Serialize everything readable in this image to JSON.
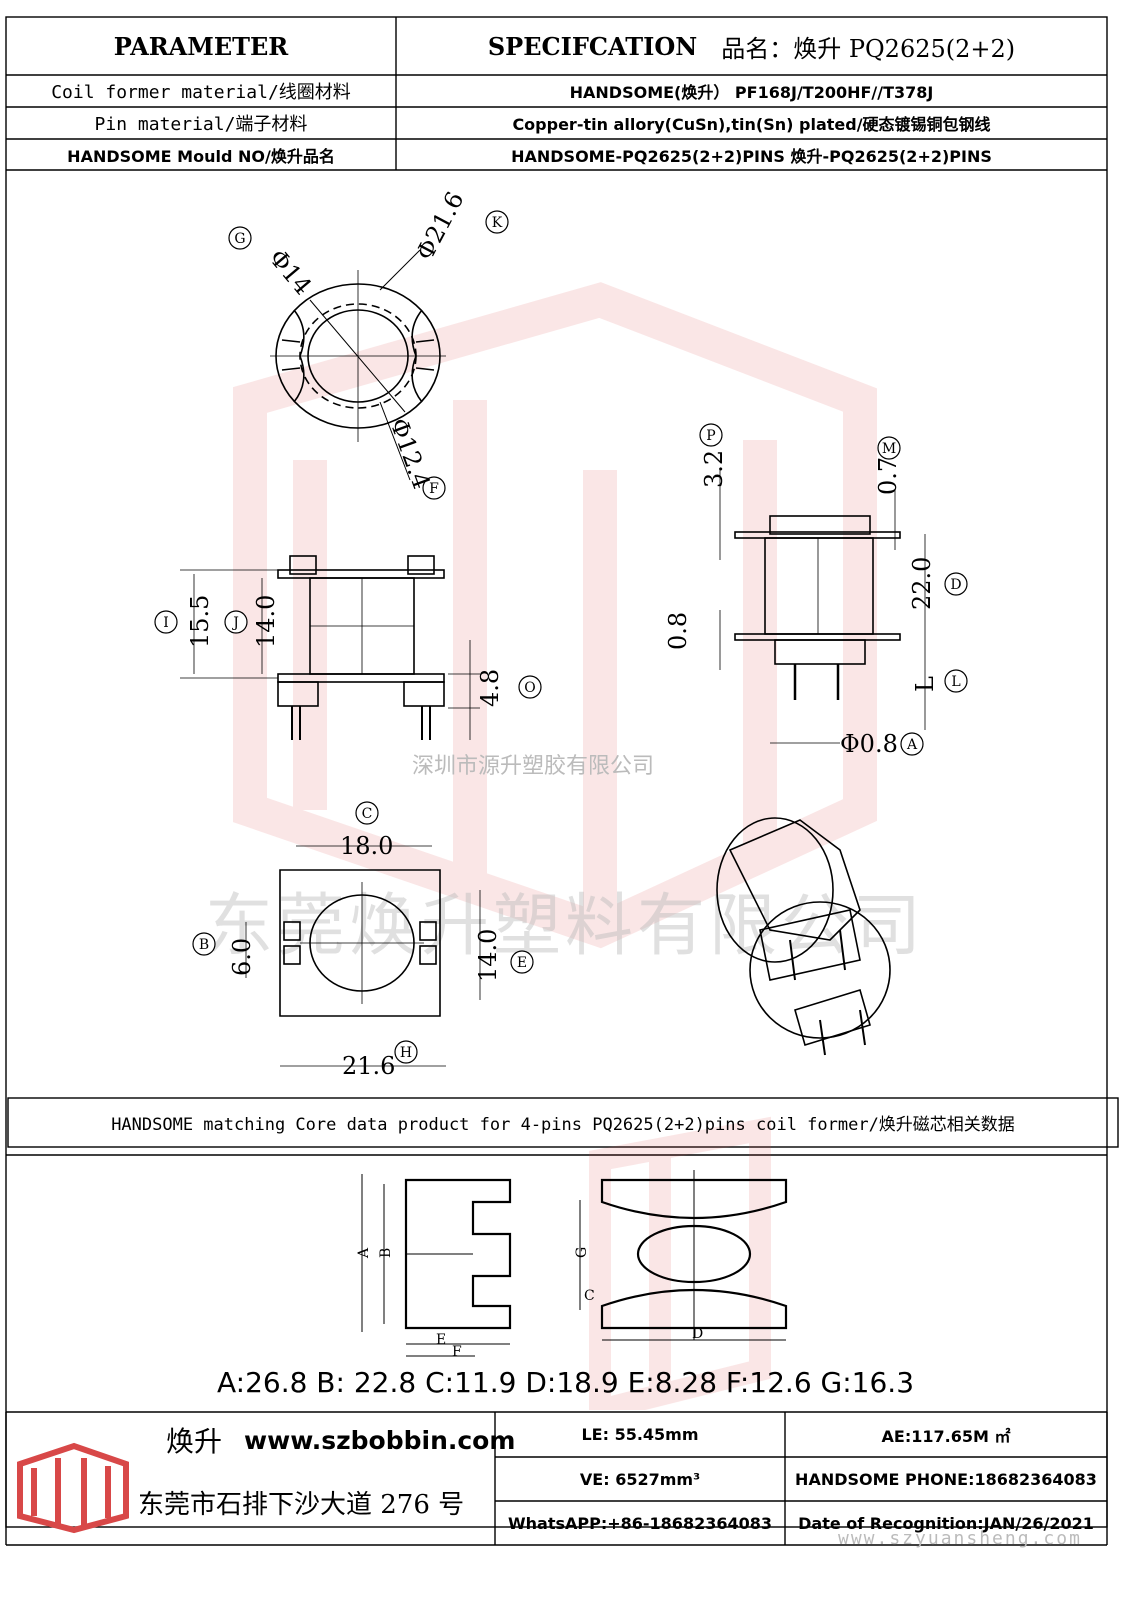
{
  "spec_table": {
    "header": {
      "left": "PARAMETER",
      "right_title": "SPECIFCATION",
      "right_product": "品名：焕升 PQ2625(2+2)"
    },
    "rows": [
      {
        "label": "Coil former material/线圈材料",
        "value": "HANDSOME(焕升）  PF168J/T200HF//T378J"
      },
      {
        "label": "Pin material/端子材料",
        "value": "Copper-tin allory(CuSn),tin(Sn) plated/硬态镀锡铜包钢线"
      },
      {
        "label": "HANDSOME Mould NO/焕升品名",
        "value": "HANDSOME-PQ2625(2+2)PINS   焕升-PQ2625(2+2)PINS"
      }
    ]
  },
  "drawing": {
    "watermark_company": "东莞焕升塑料有限公司",
    "watermark_company_small": "深圳市源升塑胶有限公司",
    "callouts": [
      "A",
      "B",
      "C",
      "D",
      "E",
      "F",
      "G",
      "H",
      "I",
      "J",
      "K",
      "L",
      "M",
      "O",
      "P"
    ],
    "dims": {
      "d21_6": "Φ21.6",
      "d14": "Φ14",
      "d12_4": "Φ12.4",
      "h15_5": "15.5",
      "h14_0": "14.0",
      "h4_8": "4.8",
      "h3_2": "3.2",
      "h0_7": "0.7",
      "h22_0": "22.0",
      "h0_8": "0.8",
      "hL": "L",
      "pin_d0_8": "Φ0.8",
      "w18_0": "18.0",
      "w6_0": "6.0",
      "w14_0": "14.0",
      "w21_6": "21.6"
    }
  },
  "core_section": {
    "title": "HANDSOME matching Core data  product for 4-pins PQ2625(2+2)pins coil former/焕升磁芯相关数据",
    "letters": [
      "A",
      "B",
      "C",
      "D",
      "E",
      "F",
      "G"
    ],
    "values_line": "A:26.8 B: 22.8 C:11.9 D:18.9 E:8.28 F:12.6 G:16.3"
  },
  "footer": {
    "brand": "焕升",
    "website": "www.szbobbin.com",
    "address": "东莞市石排下沙大道 276 号",
    "le": "LE: 55.45mm",
    "ae": "AE:117.65M ㎡",
    "ve": "VE: 6527mm³",
    "phone": "HANDSOME PHONE:18682364083",
    "whatsapp": "WhatsAPP:+86-18682364083",
    "date": "Date of Recognition:JAN/26/2021",
    "watermark_url": "www.szyuansheng.com"
  },
  "colors": {
    "line": "#000000",
    "watermark": "#e04848"
  }
}
